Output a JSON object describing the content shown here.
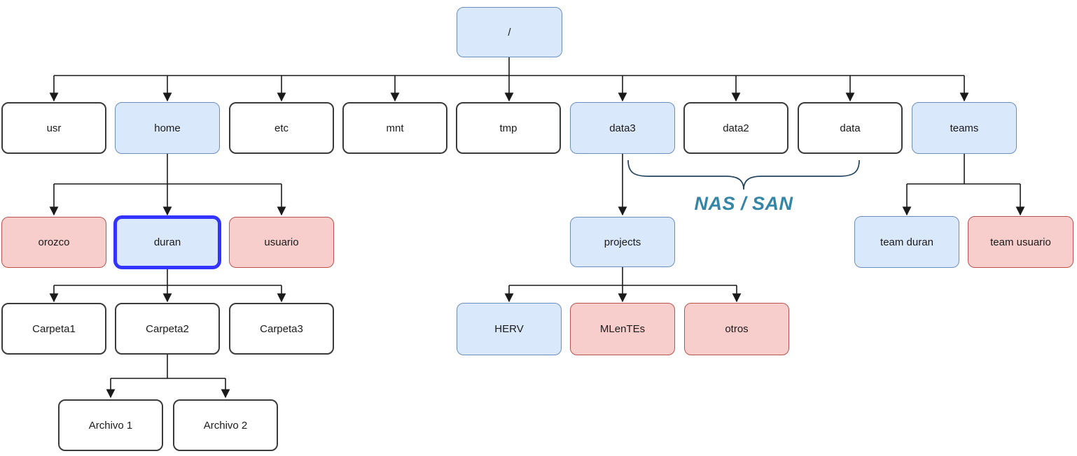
{
  "diagram": {
    "type": "filesystem-tree",
    "nodes": {
      "root": "/",
      "usr": "usr",
      "home": "home",
      "etc": "etc",
      "mnt": "mnt",
      "tmp": "tmp",
      "data3": "data3",
      "data2": "data2",
      "data": "data",
      "teams": "teams",
      "orozco": "orozco",
      "duran": "duran",
      "usuario": "usuario",
      "projects": "projects",
      "team_duran": "team duran",
      "team_usuario": "team usuario",
      "carpeta1": "Carpeta1",
      "carpeta2": "Carpeta2",
      "carpeta3": "Carpeta3",
      "herv": "HERV",
      "mlentes": "MLenTEs",
      "otros": "otros",
      "archivo1": "Archivo 1",
      "archivo2": "Archivo 2"
    },
    "edges": [
      {
        "from": "/",
        "to": [
          "usr",
          "home",
          "etc",
          "mnt",
          "tmp",
          "data3",
          "data2",
          "data",
          "teams"
        ]
      },
      {
        "from": "home",
        "to": [
          "orozco",
          "duran",
          "usuario"
        ]
      },
      {
        "from": "duran",
        "to": [
          "Carpeta1",
          "Carpeta2",
          "Carpeta3"
        ]
      },
      {
        "from": "Carpeta2",
        "to": [
          "Archivo 1",
          "Archivo 2"
        ]
      },
      {
        "from": "data3",
        "to": [
          "projects"
        ]
      },
      {
        "from": "projects",
        "to": [
          "HERV",
          "MLenTEs",
          "otros"
        ]
      },
      {
        "from": "teams",
        "to": [
          "team duran",
          "team usuario"
        ]
      }
    ],
    "selected_node": "duran",
    "annotation": {
      "label": "NAS / SAN",
      "spans": [
        "data3",
        "data2",
        "data"
      ]
    },
    "colors": {
      "blue_fill": "#dae8fc",
      "blue_stroke": "#6c8ebf",
      "red_fill": "#f8cecc",
      "red_stroke": "#b85450",
      "plain_fill": "#ffffff",
      "plain_stroke": "#3b3b3b",
      "selection": "#3434ff",
      "edge": "#1a1a1a",
      "brace": "#23445d",
      "annotation_text": "#3585a6"
    }
  }
}
